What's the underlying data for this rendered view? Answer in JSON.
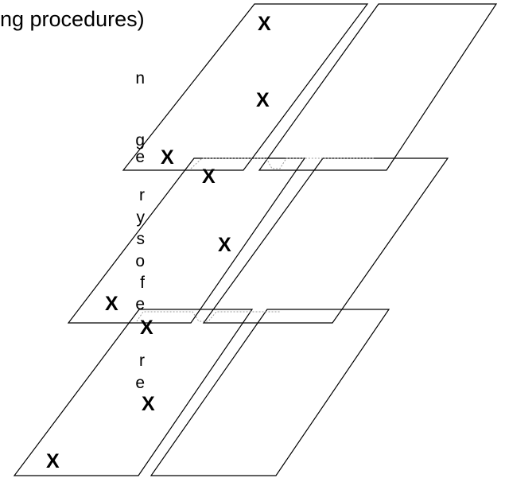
{
  "heading": "ng procedures)",
  "line_fragments": [
    "n",
    "g",
    "e",
    "r",
    "y",
    "s",
    "o",
    "f",
    "e",
    "r",
    "e"
  ],
  "mark_symbol": "X",
  "colors": {
    "lines": "#000000",
    "background": "#ffffff",
    "dashed": "#9a9a9a"
  }
}
